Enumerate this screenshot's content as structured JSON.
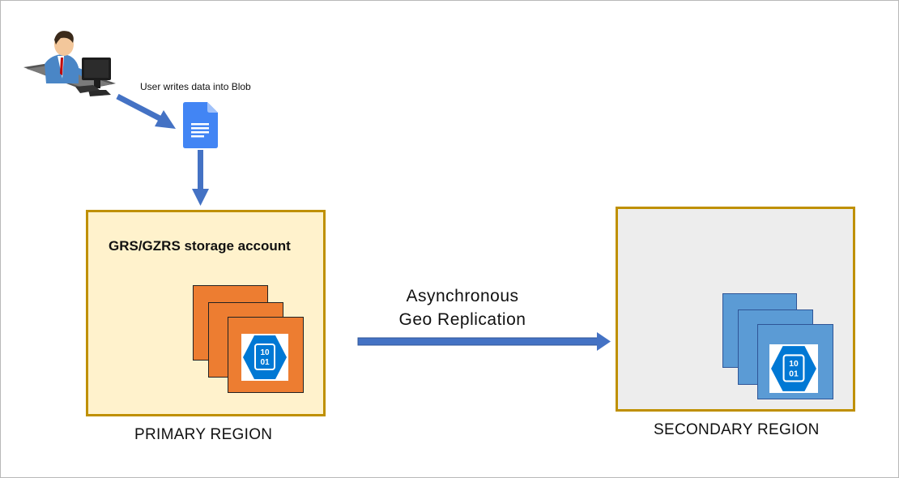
{
  "user_caption": "User writes data into Blob",
  "primary": {
    "account_title": "GRS/GZRS storage account",
    "region_label": "PRIMARY REGION"
  },
  "replication": {
    "line1": "Asynchronous",
    "line2": "Geo Replication"
  },
  "secondary": {
    "region_label": "SECONDARY REGION"
  },
  "blob_icon": {
    "name": "azure-blob-binary-icon",
    "glyph_line1": "10",
    "glyph_line2": "01"
  },
  "colors": {
    "region_border": "#bf9000",
    "primary_fill": "#fff2cc",
    "secondary_fill": "#ededed",
    "primary_tiles": "#ed7d31",
    "secondary_tiles": "#5b9bd5",
    "arrows": "#4472c4",
    "azure_blue": "#0078d4",
    "document_blue": "#4285f4"
  }
}
